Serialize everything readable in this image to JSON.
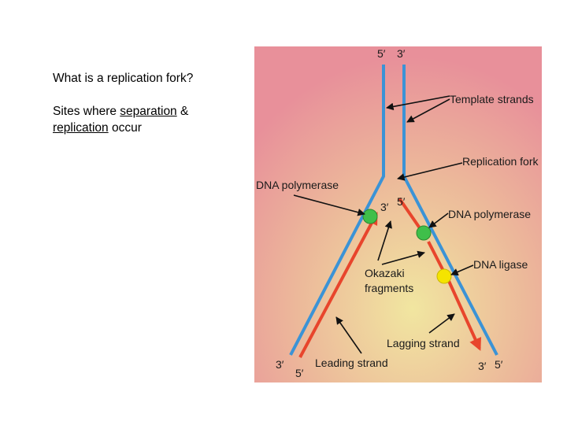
{
  "slide": {
    "question": "What is a replication fork?",
    "answer_prefix": "Sites where ",
    "answer_term1": "separation",
    "answer_mid": " & ",
    "answer_term2": "replication",
    "answer_suffix": " occur"
  },
  "figure": {
    "colors": {
      "background_edge": "#e8909a",
      "background_center": "#f1e6a0",
      "template_strand": "#3b93d6",
      "new_strand": "#e8452c",
      "polymerase": "#3fbf4a",
      "ligase": "#f5e400",
      "pointer": "#111111"
    },
    "labels": {
      "template_strands": "Template strands",
      "replication_fork": "Replication fork",
      "dna_polymerase_left": "DNA polymerase",
      "dna_polymerase_right": "DNA polymerase",
      "dna_ligase": "DNA ligase",
      "okazaki_line1": "Okazaki",
      "okazaki_line2": "fragments",
      "lagging_strand": "Lagging strand",
      "leading_strand": "Leading strand"
    },
    "ends": {
      "top_left": "5′",
      "top_right": "3′",
      "mid_left": "3′",
      "mid_right": "5′",
      "bottom_left_outer": "3′",
      "bottom_left_inner": "5′",
      "bottom_right_inner": "3′",
      "bottom_right_outer": "5′"
    }
  }
}
